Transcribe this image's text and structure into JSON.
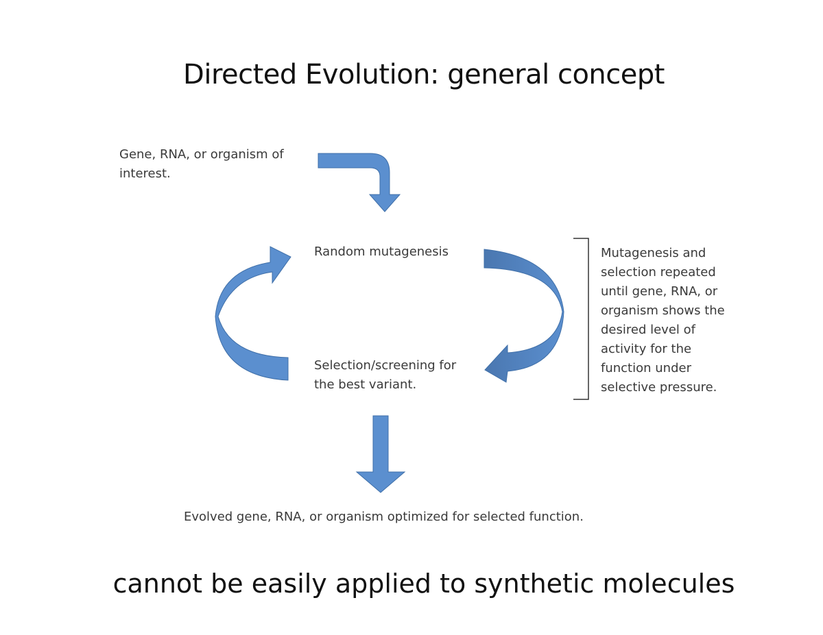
{
  "slide": {
    "title": "Directed Evolution: general concept",
    "footer": "cannot be easily applied to synthetic molecules"
  },
  "diagram": {
    "start_label_line1": "Gene, RNA, or organism of",
    "start_label_line2": "interest.",
    "step1": "Random mutagenesis",
    "step2_line1": "Selection/screening for",
    "step2_line2": "the best variant.",
    "bracket_note": [
      "Mutagenesis and",
      "selection repeated",
      "until gene, RNA, or",
      "organism shows the",
      "desired level of",
      "activity for the",
      "function under",
      "selective pressure."
    ],
    "result": "Evolved gene, RNA, or organism optimized for selected function.",
    "colors": {
      "arrow_fill": "#5b8fcf",
      "arrow_stroke": "#3f6fa8",
      "arrow_dark": "#4a77b0"
    }
  }
}
